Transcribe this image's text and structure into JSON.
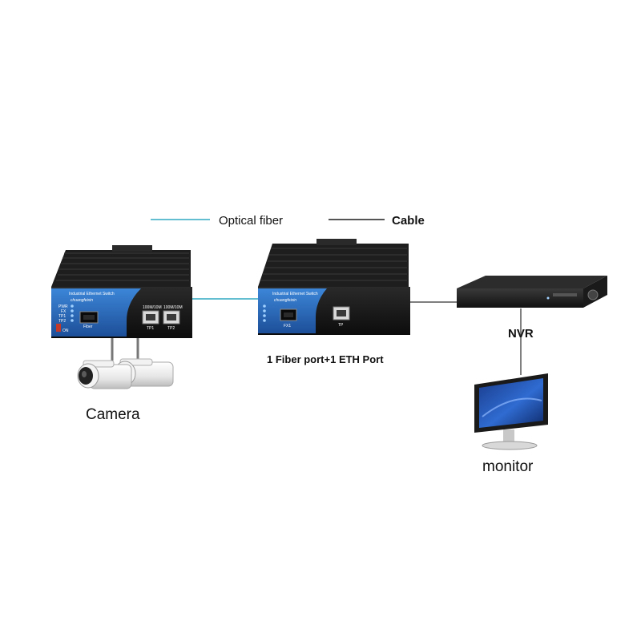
{
  "legend": {
    "optical_fiber_label": "Optical fiber",
    "cable_label": "Cable"
  },
  "colors": {
    "optical_fiber": "#63bed2",
    "cable": "#555555",
    "switch_body": "#161616",
    "switch_panel": "#2d6fc4"
  },
  "switch_left": {
    "panel_title": "Industrial Ethernet Switch",
    "brand": "chuangfeixin",
    "led_labels": [
      "PWR",
      "FX",
      "TP1",
      "TP2"
    ],
    "dip_label": "ON",
    "fiber_port_label": "Fiber",
    "port_speed_1": "100M/10M",
    "port_speed_2": "100M/10M",
    "port_1_label": "TP1",
    "port_2_label": "TP2"
  },
  "switch_middle": {
    "panel_title": "Industrial Ethernet Switch",
    "brand": "chuangfeixin",
    "fiber_port_label": "FX1",
    "eth_port_label": "TP",
    "caption": "1 Fiber port+1 ETH Port"
  },
  "camera_label": "Camera",
  "nvr_label": "NVR",
  "monitor_label": "monitor"
}
